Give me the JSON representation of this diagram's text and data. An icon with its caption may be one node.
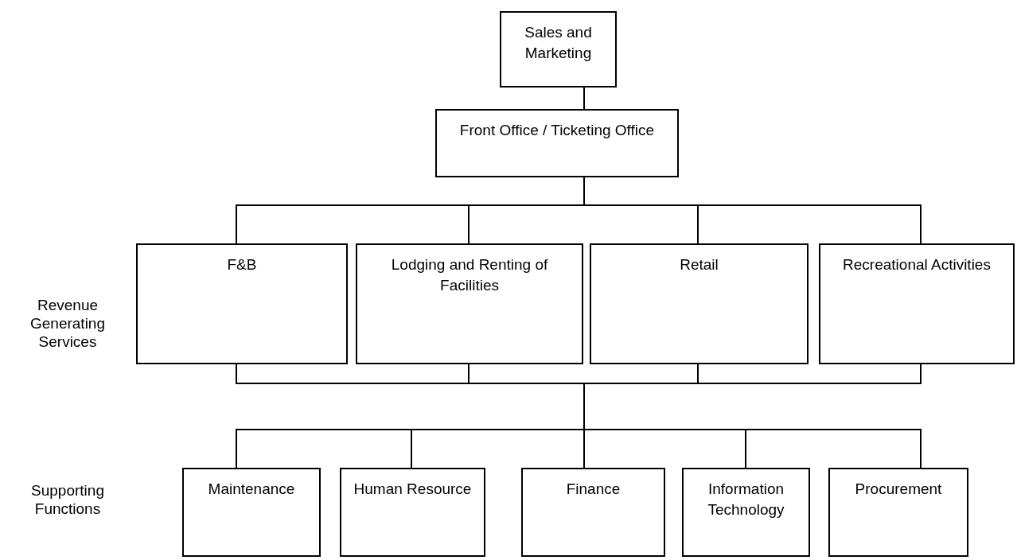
{
  "diagram": {
    "nodes": [
      {
        "text": [
          "Sales and Marketing"
        ]
      },
      {
        "text": [
          "Front Office / Ticketing Office"
        ]
      },
      {
        "text": [
          "F&B"
        ]
      },
      {
        "text": [
          "Lodging and Renting of Facilities"
        ]
      },
      {
        "text": [
          "Retail"
        ]
      },
      {
        "text": [
          "Recreational Activities"
        ]
      },
      {
        "text": [
          "Maintenance"
        ]
      },
      {
        "text": [
          "Human Resource"
        ]
      },
      {
        "text": [
          "Finance"
        ]
      },
      {
        "text": [
          "Information Technology"
        ]
      },
      {
        "text": [
          "Procurement"
        ]
      }
    ],
    "edges": [
      {
        "from": 0,
        "to": 1,
        "arrow": "none"
      },
      {
        "from": 1,
        "to": 2,
        "arrow": "none"
      },
      {
        "from": 1,
        "to": 3,
        "arrow": "none"
      },
      {
        "from": 1,
        "to": 4,
        "arrow": "none"
      },
      {
        "from": 1,
        "to": 5,
        "arrow": "none"
      },
      {
        "from": 2,
        "to": 6,
        "arrow": "none"
      },
      {
        "from": 2,
        "to": 7,
        "arrow": "none"
      },
      {
        "from": 2,
        "to": 8,
        "arrow": "none"
      },
      {
        "from": 2,
        "to": 9,
        "arrow": "none"
      },
      {
        "from": 2,
        "to": 10,
        "arrow": "none"
      },
      {
        "from": 3,
        "to": 6,
        "arrow": "none"
      },
      {
        "from": 3,
        "to": 7,
        "arrow": "none"
      },
      {
        "from": 3,
        "to": 8,
        "arrow": "none"
      },
      {
        "from": 3,
        "to": 9,
        "arrow": "none"
      },
      {
        "from": 3,
        "to": 10,
        "arrow": "none"
      },
      {
        "from": 4,
        "to": 6,
        "arrow": "none"
      },
      {
        "from": 4,
        "to": 7,
        "arrow": "none"
      },
      {
        "from": 4,
        "to": 8,
        "arrow": "none"
      },
      {
        "from": 4,
        "to": 9,
        "arrow": "none"
      },
      {
        "from": 4,
        "to": 10,
        "arrow": "none"
      },
      {
        "from": 5,
        "to": 6,
        "arrow": "none"
      },
      {
        "from": 5,
        "to": 7,
        "arrow": "none"
      },
      {
        "from": 5,
        "to": 8,
        "arrow": "none"
      },
      {
        "from": 5,
        "to": 9,
        "arrow": "none"
      },
      {
        "from": 5,
        "to": 10,
        "arrow": "none"
      }
    ],
    "labels": [
      "Revenue Generating Services",
      "Supporting Functions"
    ]
  }
}
